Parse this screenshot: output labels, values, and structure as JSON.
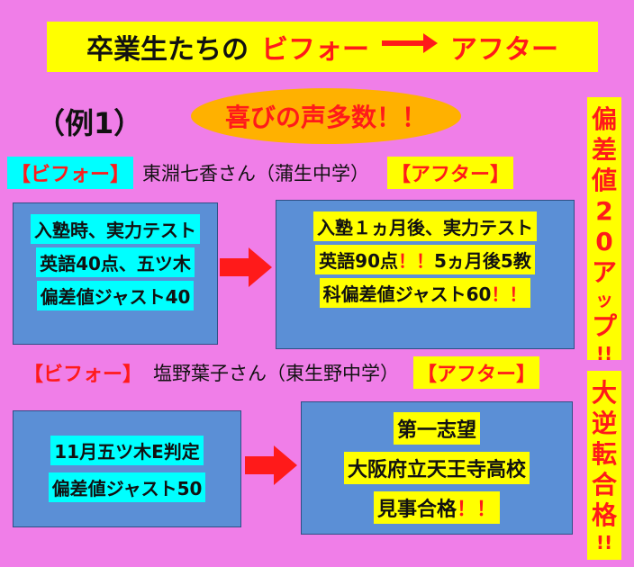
{
  "title": {
    "part1": "卒業生たちの",
    "part2": "ビフォー",
    "part3": "アフター"
  },
  "example": "（例1）",
  "voice": "喜びの声多数！！",
  "case1": {
    "before_tag": "【ビフォー】",
    "person": "東淵七香さん（蒲生中学）",
    "after_tag": "【アフター】",
    "before_lines": [
      "入塾時、実力テスト",
      "英語40点、五ツ木",
      "偏差値ジャスト40"
    ],
    "after_line1": "入塾１ヵ月後、実力テスト",
    "after_line2a": "英語90点",
    "after_line2b": "！！",
    "after_line2c": "5ヵ月後5教",
    "after_line3a": "科偏差値ジャスト60",
    "after_line3b": "！！"
  },
  "case2": {
    "before_tag": "【ビフォー】",
    "person": "塩野葉子さん（東生野中学）",
    "after_tag": "【アフター】",
    "before_lines": [
      "11月五ツ木E判定",
      "偏差値ジャスト50"
    ],
    "after_line1": "第一志望",
    "after_line2": "大阪府立天王寺高校",
    "after_line3a": "見事合格",
    "after_line3b": "！！"
  },
  "side1": [
    "偏",
    "差",
    "値",
    "2",
    "0",
    "ア",
    "ッ",
    "プ",
    "!!"
  ],
  "side2": [
    "大",
    "逆",
    "転",
    "合",
    "格",
    "!!"
  ]
}
